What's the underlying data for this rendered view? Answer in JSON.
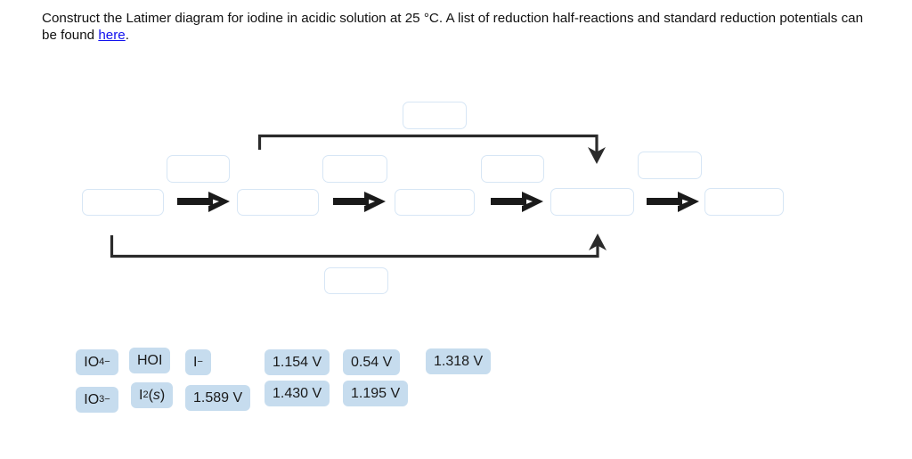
{
  "prompt": {
    "text_before_link": "Construct the Latimer diagram for iodine in acidic solution at 25 °C. A list of reduction half-reactions and standard reduction potentials can be found ",
    "link_label": "here",
    "text_after_link": ".",
    "link_color": "#1111ee"
  },
  "diagram": {
    "name": "latimer-diagram",
    "species_slots": [
      {
        "id": "species-1",
        "value": "",
        "placeholder": ""
      },
      {
        "id": "species-2",
        "value": "",
        "placeholder": ""
      },
      {
        "id": "species-3",
        "value": "",
        "placeholder": ""
      },
      {
        "id": "species-4",
        "value": "",
        "placeholder": ""
      },
      {
        "id": "species-5",
        "value": "",
        "placeholder": ""
      }
    ],
    "potential_slots": [
      {
        "id": "potential-1",
        "value": "",
        "placeholder": ""
      },
      {
        "id": "potential-2",
        "value": "",
        "placeholder": ""
      },
      {
        "id": "potential-3",
        "value": "",
        "placeholder": ""
      },
      {
        "id": "potential-4",
        "value": "",
        "placeholder": ""
      }
    ],
    "bracket_slots": [
      {
        "id": "potential-top-bracket",
        "value": "",
        "placeholder": ""
      },
      {
        "id": "potential-bottom-bracket",
        "value": "",
        "placeholder": ""
      }
    ],
    "arrow_color": "#1a1a1a",
    "slot_border_color": "#d7e6f5"
  },
  "answer_bank": {
    "tile_color": "#c6dcee",
    "tiles": [
      {
        "id": "tile-io4-minus",
        "html": "IO<sub>4</sub><sup>−</sup>",
        "text": "IO4-"
      },
      {
        "id": "tile-hoi",
        "html": "HOI",
        "text": "HOI"
      },
      {
        "id": "tile-i-minus",
        "html": "I<sup>−</sup>",
        "text": "I-"
      },
      {
        "id": "tile-1-154-v",
        "html": "1.154 V",
        "text": "1.154 V"
      },
      {
        "id": "tile-0-54-v",
        "html": "0.54 V",
        "text": "0.54 V"
      },
      {
        "id": "tile-1-318-v",
        "html": "1.318 V",
        "text": "1.318 V"
      },
      {
        "id": "tile-io3-minus",
        "html": "IO<sub>3</sub><sup>−</sup>",
        "text": "IO3-"
      },
      {
        "id": "tile-i2-s",
        "html": "I<sub>2</sub>(<i>s</i>)",
        "text": "I2(s)"
      },
      {
        "id": "tile-1-589-v",
        "html": "1.589 V",
        "text": "1.589 V"
      },
      {
        "id": "tile-1-430-v",
        "html": "1.430 V",
        "text": "1.430 V"
      },
      {
        "id": "tile-1-195-v",
        "html": "1.195 V",
        "text": "1.195 V"
      }
    ]
  }
}
